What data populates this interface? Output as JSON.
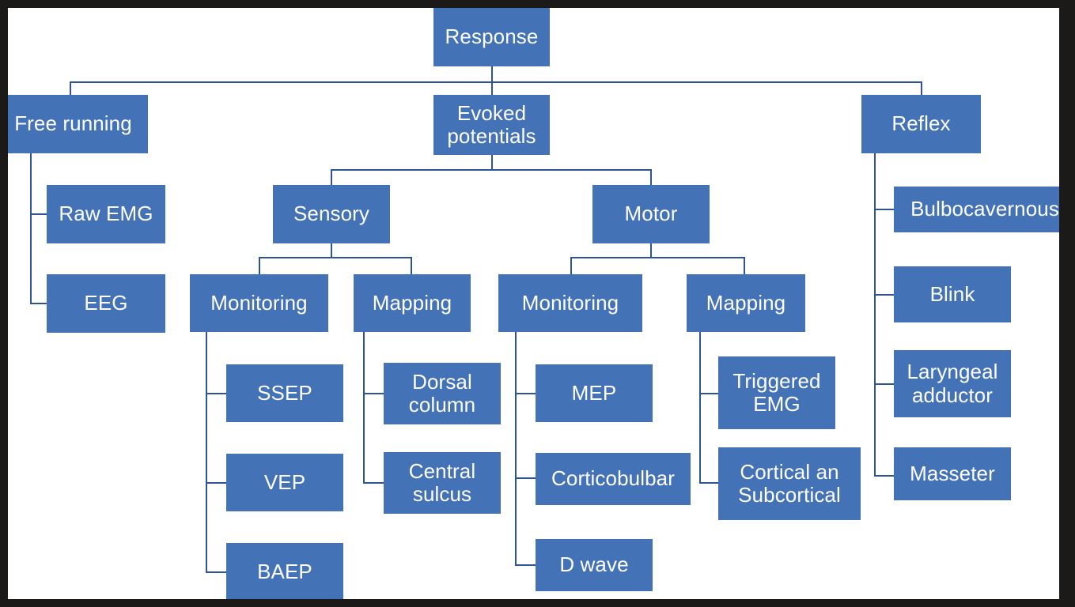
{
  "diagram": {
    "title": "Response",
    "accent_color": "#4472b6",
    "connector_color": "#2f5496",
    "border_color": "#1c1a19",
    "background_color": "#ffffff",
    "text_color": "#ffffff",
    "type": "tree-hierarchy-flowchart"
  },
  "nodes": {
    "root": "Response",
    "free_running": "Free running",
    "evoked_potentials": "Evoked\npotentials",
    "reflex": "Reflex",
    "raw_emg": "Raw EMG",
    "eeg": "EEG",
    "sensory": "Sensory",
    "motor": "Motor",
    "sensory_monitoring": "Monitoring",
    "sensory_mapping": "Mapping",
    "motor_monitoring": "Monitoring",
    "motor_mapping": "Mapping",
    "ssep": "SSEP",
    "vep": "VEP",
    "baep": "BAEP",
    "dorsal_column": "Dorsal\ncolumn",
    "central_sulcus": "Central\nsulcus",
    "mep": "MEP",
    "corticobulbar": "Corticobulbar",
    "d_wave": "D wave",
    "triggered_emg": "Triggered\nEMG",
    "cortical_subcortical": "Cortical an\nSubcortical",
    "bulbocavernous": "Bulbocavernous",
    "blink": "Blink",
    "laryngeal_adductor": "Laryngeal\nadductor",
    "masseter": "Masseter"
  },
  "chart_data": {
    "type": "tree",
    "title": "Response",
    "root": {
      "label": "Response",
      "children": [
        {
          "label": "Free running",
          "children": [
            {
              "label": "Raw EMG"
            },
            {
              "label": "EEG"
            }
          ]
        },
        {
          "label": "Evoked potentials",
          "children": [
            {
              "label": "Sensory",
              "children": [
                {
                  "label": "Monitoring",
                  "children": [
                    {
                      "label": "SSEP"
                    },
                    {
                      "label": "VEP"
                    },
                    {
                      "label": "BAEP"
                    }
                  ]
                },
                {
                  "label": "Mapping",
                  "children": [
                    {
                      "label": "Dorsal column"
                    },
                    {
                      "label": "Central sulcus"
                    }
                  ]
                }
              ]
            },
            {
              "label": "Motor",
              "children": [
                {
                  "label": "Monitoring",
                  "children": [
                    {
                      "label": "MEP"
                    },
                    {
                      "label": "Corticobulbar"
                    },
                    {
                      "label": "D wave"
                    }
                  ]
                },
                {
                  "label": "Mapping",
                  "children": [
                    {
                      "label": "Triggered EMG"
                    },
                    {
                      "label": "Cortical an Subcortical"
                    }
                  ]
                }
              ]
            }
          ]
        },
        {
          "label": "Reflex",
          "children": [
            {
              "label": "Bulbocavernous"
            },
            {
              "label": "Blink"
            },
            {
              "label": "Laryngeal adductor"
            },
            {
              "label": "Masseter"
            }
          ]
        }
      ]
    }
  }
}
